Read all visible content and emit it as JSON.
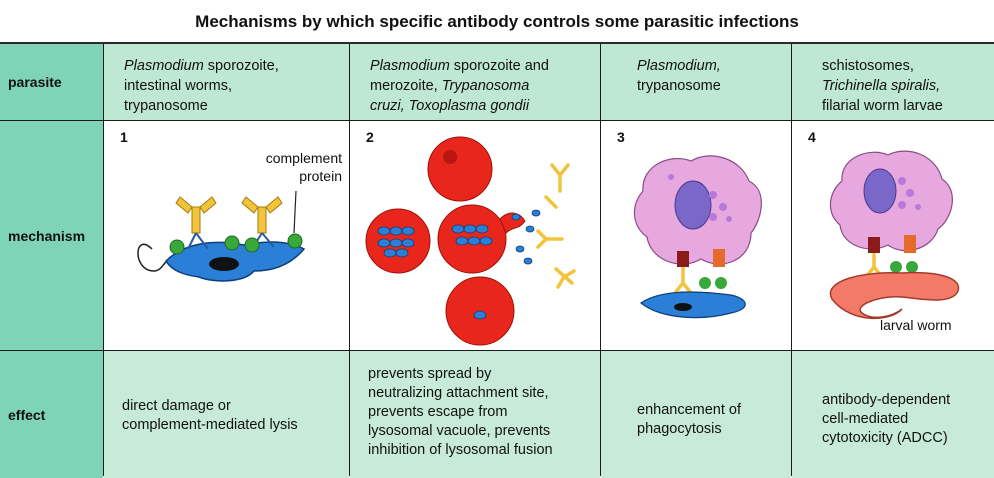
{
  "title": "Mechanisms by which specific antibody controls some parasitic infections",
  "row_labels": {
    "parasite": "parasite",
    "mechanism": "mechanism",
    "effect": "effect"
  },
  "columns": [
    {
      "number": "1",
      "parasite_lines": [
        {
          "italic": "Plasmodium",
          "rest": " sporozoite,"
        },
        {
          "italic": "",
          "rest": "intestinal worms,"
        },
        {
          "italic": "",
          "rest": "trypanosome"
        }
      ],
      "mechanism_label": "complement protein",
      "effect_lines": [
        "direct damage or",
        "complement-mediated lysis"
      ]
    },
    {
      "number": "2",
      "parasite_lines": [
        {
          "italic": "Plasmodium",
          "rest": " sporozoite and"
        },
        {
          "italic": "",
          "rest": "merozoite, ",
          "italic2": "Trypanosoma"
        },
        {
          "italic": "cruzi, Toxoplasma gondii",
          "rest": ""
        }
      ],
      "effect_lines": [
        "prevents spread by",
        "neutralizing attachment site,",
        "prevents escape from",
        "lysosomal vacuole, prevents",
        "inhibition of lysosomal fusion"
      ]
    },
    {
      "number": "3",
      "parasite_lines": [
        {
          "italic": "Plasmodium,",
          "rest": ""
        },
        {
          "italic": "",
          "rest": "trypanosome"
        }
      ],
      "effect_lines": [
        "enhancement of",
        "phagocytosis"
      ]
    },
    {
      "number": "4",
      "parasite_lines": [
        {
          "italic": "",
          "rest": "schistosomes,"
        },
        {
          "italic": "Trichinella spiralis,",
          "rest": ""
        },
        {
          "italic": "",
          "rest": "filarial worm larvae"
        }
      ],
      "mechanism_label": "larval worm",
      "effect_lines": [
        "antibody-dependent",
        "cell-mediated",
        "cytotoxicity (ADCC)"
      ]
    }
  ],
  "colors": {
    "header_green": "#7fd3b6",
    "row_green": "#bfe8d4",
    "red_cell": "#e8261c",
    "blue_parasite": "#2b7fd6",
    "yellow_antibody": "#f2c43b",
    "green_complement": "#38a83a",
    "lilac_phagocyte": "#e6a8df",
    "salmon_worm": "#f47a68"
  }
}
